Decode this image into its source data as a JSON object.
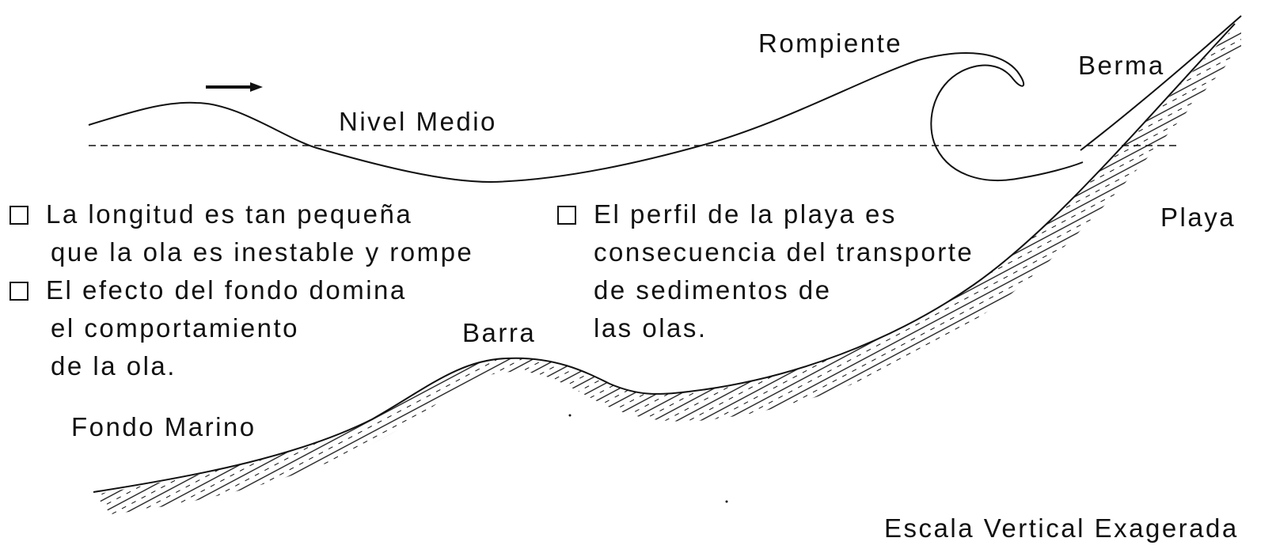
{
  "labels": {
    "breaker": "Rompiente",
    "berm": "Berma",
    "mean_level": "Nivel Medio",
    "beach": "Playa",
    "bar": "Barra",
    "seabed": "Fondo Marino",
    "scale_note": "Escala Vertical Exagerada"
  },
  "notes": [
    {
      "lines": [
        "La longitud es tan pequeña",
        "que la ola es inestable y rompe"
      ]
    },
    {
      "lines": [
        "El efecto del fondo domina",
        "el comportamiento",
        "de la ola."
      ]
    },
    {
      "lines": [
        "El perfil de la playa es",
        "consecuencia del transporte",
        "de sedimentos de",
        "las olas."
      ]
    }
  ],
  "colors": {
    "ink": "#111111",
    "background": "#ffffff"
  }
}
